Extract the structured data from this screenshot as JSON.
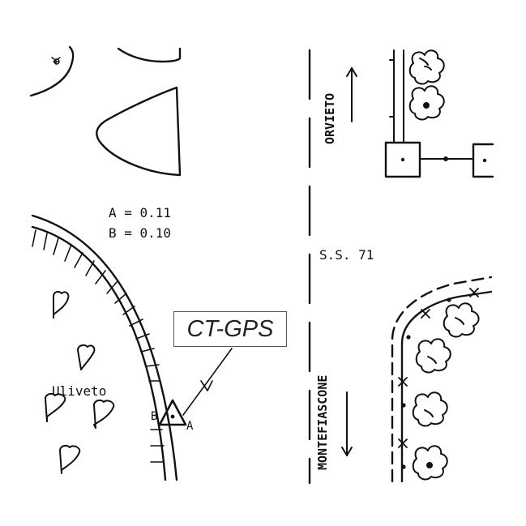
{
  "labels": {
    "orvieto": "ORVIETO",
    "montefiascone": "MONTEFIASCONE",
    "road": "S.S. 71",
    "uliveto": "Uliveto",
    "coeff_a": "A = 0.11",
    "coeff_b": "B = 0.10",
    "station": "CT-GPS",
    "point_a": "A",
    "point_b": "B"
  },
  "icons": {
    "direction_north": "arrow-up-icon",
    "direction_south": "arrow-down-icon",
    "olive_tree": "olive-tree-icon",
    "shrub": "shrub-icon",
    "gps_marker": "triangle-marker-icon"
  },
  "colors": {
    "ink": "#111111",
    "background": "#ffffff"
  }
}
